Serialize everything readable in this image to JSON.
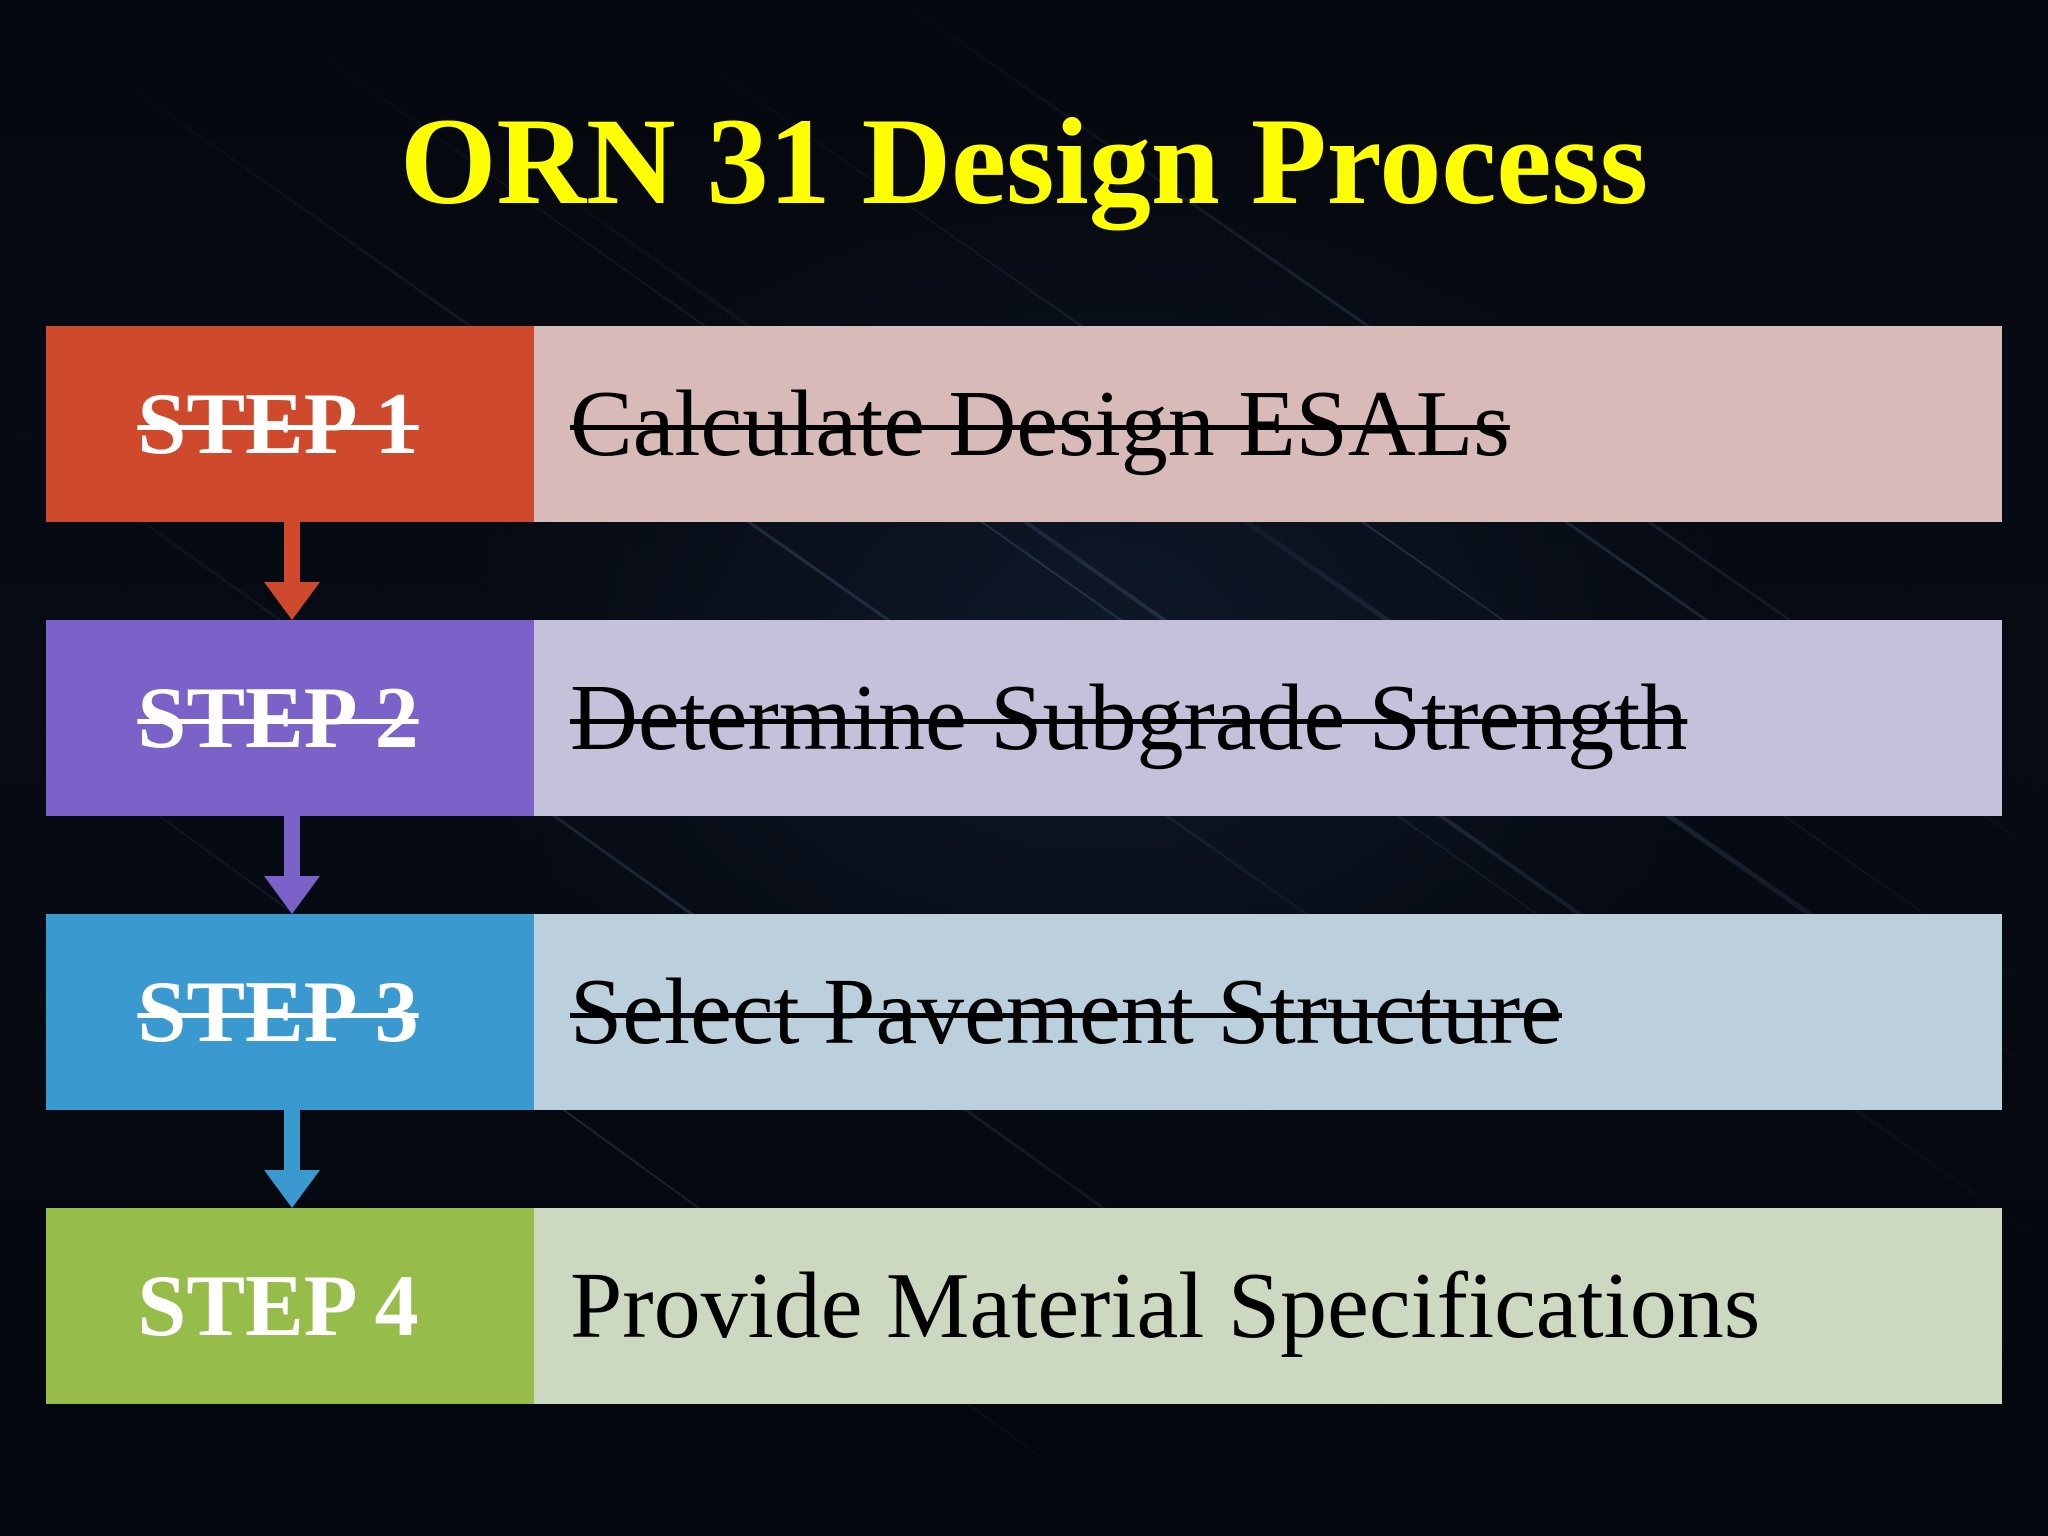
{
  "title": "ORN 31 Design Process",
  "steps": [
    {
      "label": "STEP 1",
      "description": "Calculate Design ESALs",
      "completed": true,
      "label_color": "#cf4a2c",
      "desc_color": "#d8bab8"
    },
    {
      "label": "STEP 2",
      "description": "Determine Subgrade Strength",
      "completed": true,
      "label_color": "#7b62c8",
      "desc_color": "#c5c1da"
    },
    {
      "label": "STEP 3",
      "description": "Select Pavement Structure",
      "completed": true,
      "label_color": "#3a9ad0",
      "desc_color": "#bccfdd"
    },
    {
      "label": "STEP 4",
      "description": "Provide Material Specifications",
      "completed": false,
      "label_color": "#96bd4a",
      "desc_color": "#cdd8c0"
    }
  ],
  "colors": {
    "title": "#ffff00",
    "background": "#03060c"
  }
}
